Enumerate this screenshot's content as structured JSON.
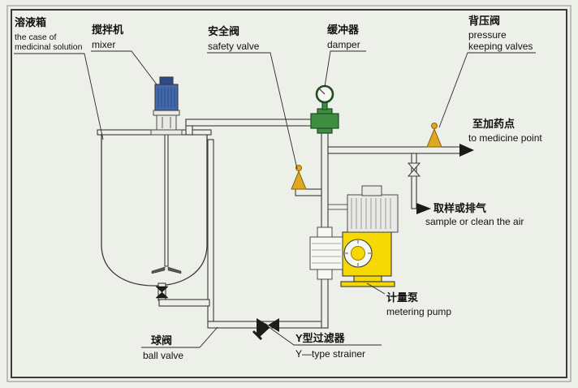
{
  "labels": {
    "solution_tank": {
      "cn": "溶液箱",
      "en1": "the case of",
      "en2": "medicinal solution"
    },
    "mixer": {
      "cn": "搅拌机",
      "en": "mixer"
    },
    "safety_valve": {
      "cn": "安全阀",
      "en": "safety valve"
    },
    "damper": {
      "cn": "缓冲器",
      "en": "damper"
    },
    "back_pressure_valve": {
      "cn": "背压阀",
      "en1": "pressure",
      "en2": "keeping valves"
    },
    "to_medicine_point": {
      "cn": "至加药点",
      "en": "to medicine point"
    },
    "sample": {
      "cn": "取样或排气",
      "en": "sample or clean the air"
    },
    "metering_pump": {
      "cn": "计量泵",
      "en": "metering pump"
    },
    "ball_valve": {
      "cn": "球阀",
      "en": "ball valve"
    },
    "y_strainer": {
      "cn": "Y型过滤器",
      "en": "Y—type strainer"
    }
  },
  "colors": {
    "background": "#edefe9",
    "line": "#3a3a3a",
    "mixer_blue": "#4468ac",
    "mixer_blue_dark": "#2d4a85",
    "damper_green": "#3e8e41",
    "damper_green_dark": "#1d4d20",
    "valve_amber": "#dfa81f",
    "pump_yellow": "#f5d804",
    "pump_motor_gray": "#e9e9e5",
    "strainer_black": "#1c1c1c"
  }
}
